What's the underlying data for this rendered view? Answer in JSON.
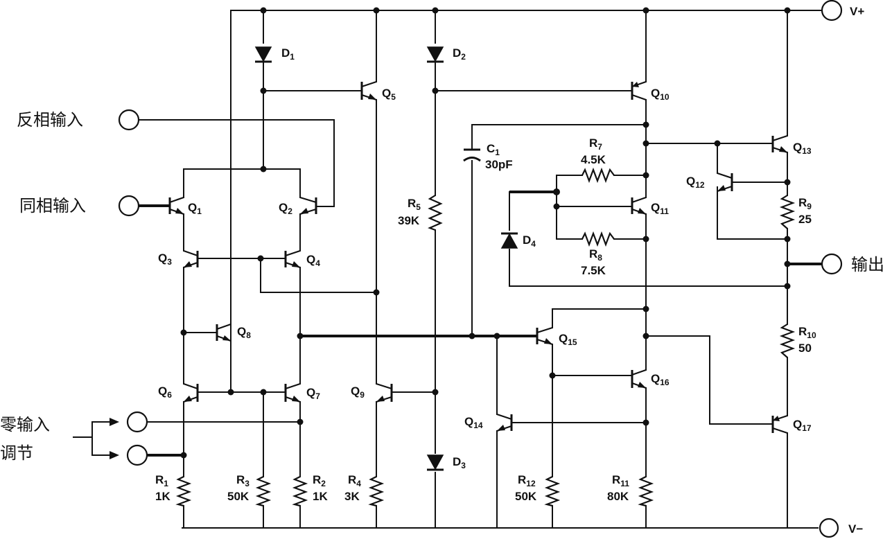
{
  "terminals": {
    "vplus": "V+",
    "vminus": "V−",
    "inv_input": "反相输入",
    "noninv_input": "同相输入",
    "output": "输出",
    "offset_line1": "零输入",
    "offset_line2": "调节"
  },
  "transistors": [
    {
      "id": "q1",
      "main": "Q",
      "sub": "1"
    },
    {
      "id": "q2",
      "main": "Q",
      "sub": "2"
    },
    {
      "id": "q3",
      "main": "Q",
      "sub": "3"
    },
    {
      "id": "q4",
      "main": "Q",
      "sub": "4"
    },
    {
      "id": "q5",
      "main": "Q",
      "sub": "5"
    },
    {
      "id": "q6",
      "main": "Q",
      "sub": "6"
    },
    {
      "id": "q7",
      "main": "Q",
      "sub": "7"
    },
    {
      "id": "q8",
      "main": "Q",
      "sub": "8"
    },
    {
      "id": "q9",
      "main": "Q",
      "sub": "9"
    },
    {
      "id": "q10",
      "main": "Q",
      "sub": "10"
    },
    {
      "id": "q11",
      "main": "Q",
      "sub": "11"
    },
    {
      "id": "q12",
      "main": "Q",
      "sub": "12"
    },
    {
      "id": "q13",
      "main": "Q",
      "sub": "13"
    },
    {
      "id": "q14",
      "main": "Q",
      "sub": "14"
    },
    {
      "id": "q15",
      "main": "Q",
      "sub": "15"
    },
    {
      "id": "q16",
      "main": "Q",
      "sub": "16"
    },
    {
      "id": "q17",
      "main": "Q",
      "sub": "17"
    }
  ],
  "diodes": [
    {
      "id": "d1",
      "main": "D",
      "sub": "1"
    },
    {
      "id": "d2",
      "main": "D",
      "sub": "2"
    },
    {
      "id": "d3",
      "main": "D",
      "sub": "3"
    },
    {
      "id": "d4",
      "main": "D",
      "sub": "4"
    }
  ],
  "resistors": [
    {
      "id": "r1",
      "main": "R",
      "sub": "1",
      "value": "1K"
    },
    {
      "id": "r2",
      "main": "R",
      "sub": "2",
      "value": "1K"
    },
    {
      "id": "r3",
      "main": "R",
      "sub": "3",
      "value": "50K"
    },
    {
      "id": "r4",
      "main": "R",
      "sub": "4",
      "value": "3K"
    },
    {
      "id": "r5",
      "main": "R",
      "sub": "5",
      "value": "39K"
    },
    {
      "id": "r7",
      "main": "R",
      "sub": "7",
      "value": "4.5K"
    },
    {
      "id": "r8",
      "main": "R",
      "sub": "8",
      "value": "7.5K"
    },
    {
      "id": "r9",
      "main": "R",
      "sub": "9",
      "value": "25"
    },
    {
      "id": "r10",
      "main": "R",
      "sub": "10",
      "value": "50"
    },
    {
      "id": "r11",
      "main": "R",
      "sub": "11",
      "value": "80K"
    },
    {
      "id": "r12",
      "main": "R",
      "sub": "12",
      "value": "50K"
    }
  ],
  "capacitor": {
    "main": "C",
    "sub": "1",
    "value": "30pF"
  }
}
